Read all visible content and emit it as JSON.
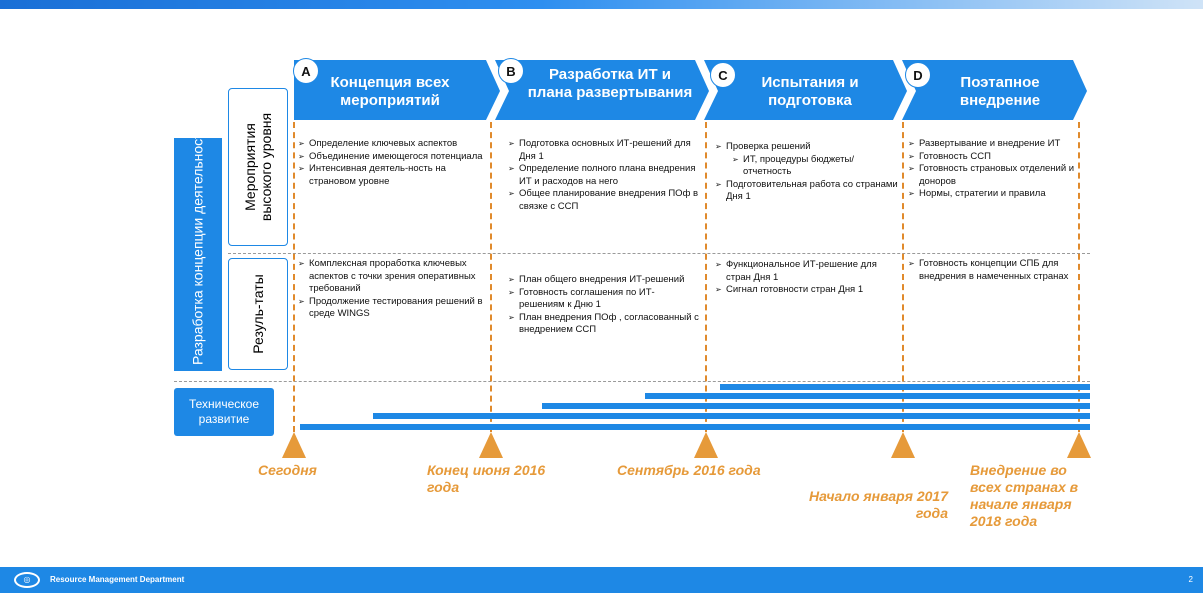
{
  "phases": [
    {
      "letter": "A",
      "title": "Концепция всех мероприятий"
    },
    {
      "letter": "B",
      "title": "Разработка ИТ и плана развертывания"
    },
    {
      "letter": "C",
      "title": "Испытания и подготовка"
    },
    {
      "letter": "D",
      "title": "Поэтапное внедрение"
    }
  ],
  "side": {
    "main_label": "Разработка концепции деятельности",
    "row1_label": "Мероприятия высокого уровня",
    "row2_label": "Резуль-таты",
    "tech_label": "Техническое развитие"
  },
  "activities": {
    "a": [
      "Определение ключевых аспектов",
      "Объединение имеющегося потенциала",
      "Интенсивная деятель-ность на страновом уровне"
    ],
    "b": [
      "Подготовка основных ИТ-решений  для Дня 1",
      "Определение полного плана внедрения ИТ и расходов на него",
      "Общее планирование внедрения ПОф в связке с ССП"
    ],
    "c1": "Проверка решений",
    "c_sub": "ИТ, процедуры бюджеты/отчетность",
    "c2": "Подготовительная работа со странами  Дня 1",
    "d": [
      "Развертывание и внедрение ИТ",
      "Готовность ССП",
      "Готовность страновых отделений и доноров",
      "Нормы, стратегии и правила"
    ]
  },
  "results": {
    "a": [
      "Комплексная  проработка ключевых аспектов  с точки зрения  оперативных требований",
      "Продолжение тестирования решений в среде WINGS"
    ],
    "b": [
      "План общего внедрения ИТ-решений",
      "Готовность соглашения по ИТ-решениям  к Дню 1",
      "План внедрения ПОф , согласованный с внедрением ССП"
    ],
    "c": [
      "Функциональное ИТ-решение для стран Дня 1",
      "Сигнал готовности стран Дня 1"
    ],
    "d": [
      "Готовность концепции СПБ  для внедрения в намеченных странах"
    ]
  },
  "milestones": [
    {
      "label": "Сегодня"
    },
    {
      "label": "Конец июня 2016 года"
    },
    {
      "label": "Сентябрь 2016 года"
    },
    {
      "label": "Начало января 2017 года"
    },
    {
      "label": "Внедрение во всех странах в начале января 2018 года"
    }
  ],
  "footer": {
    "org": "Resource Management Department",
    "page": "2"
  }
}
